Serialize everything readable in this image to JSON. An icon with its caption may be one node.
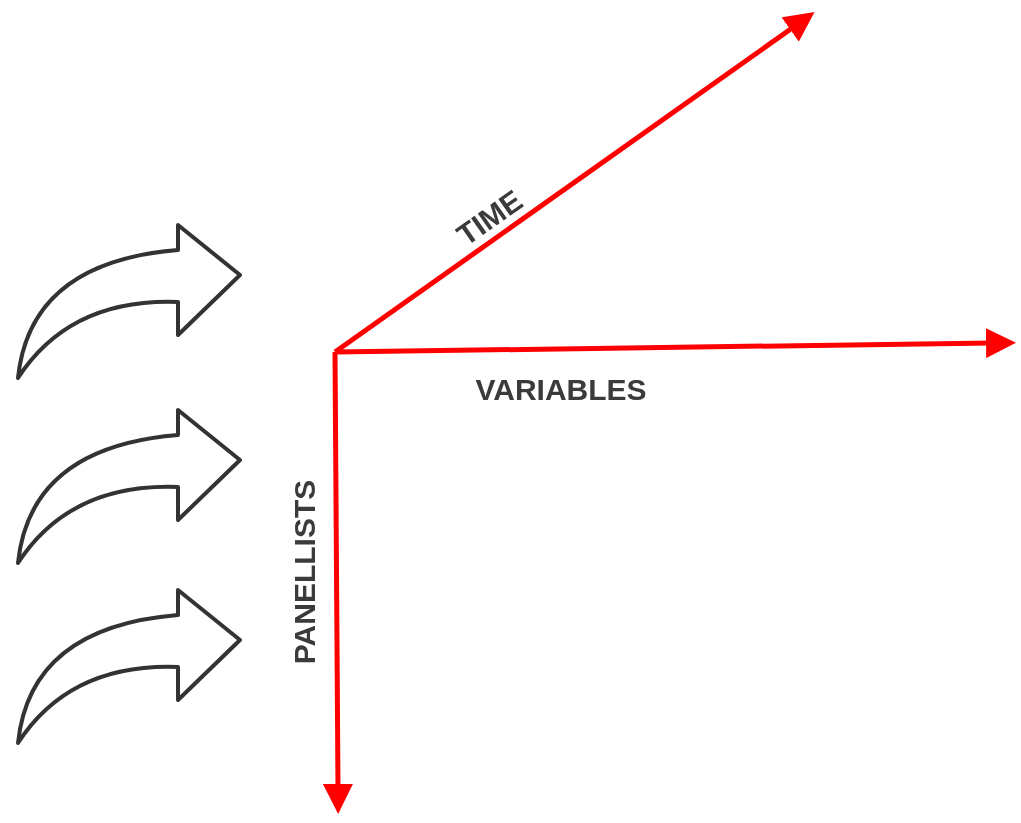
{
  "diagram": {
    "labels": [
      "TIME",
      "VARIABLES",
      "PANELLISTS"
    ]
  }
}
